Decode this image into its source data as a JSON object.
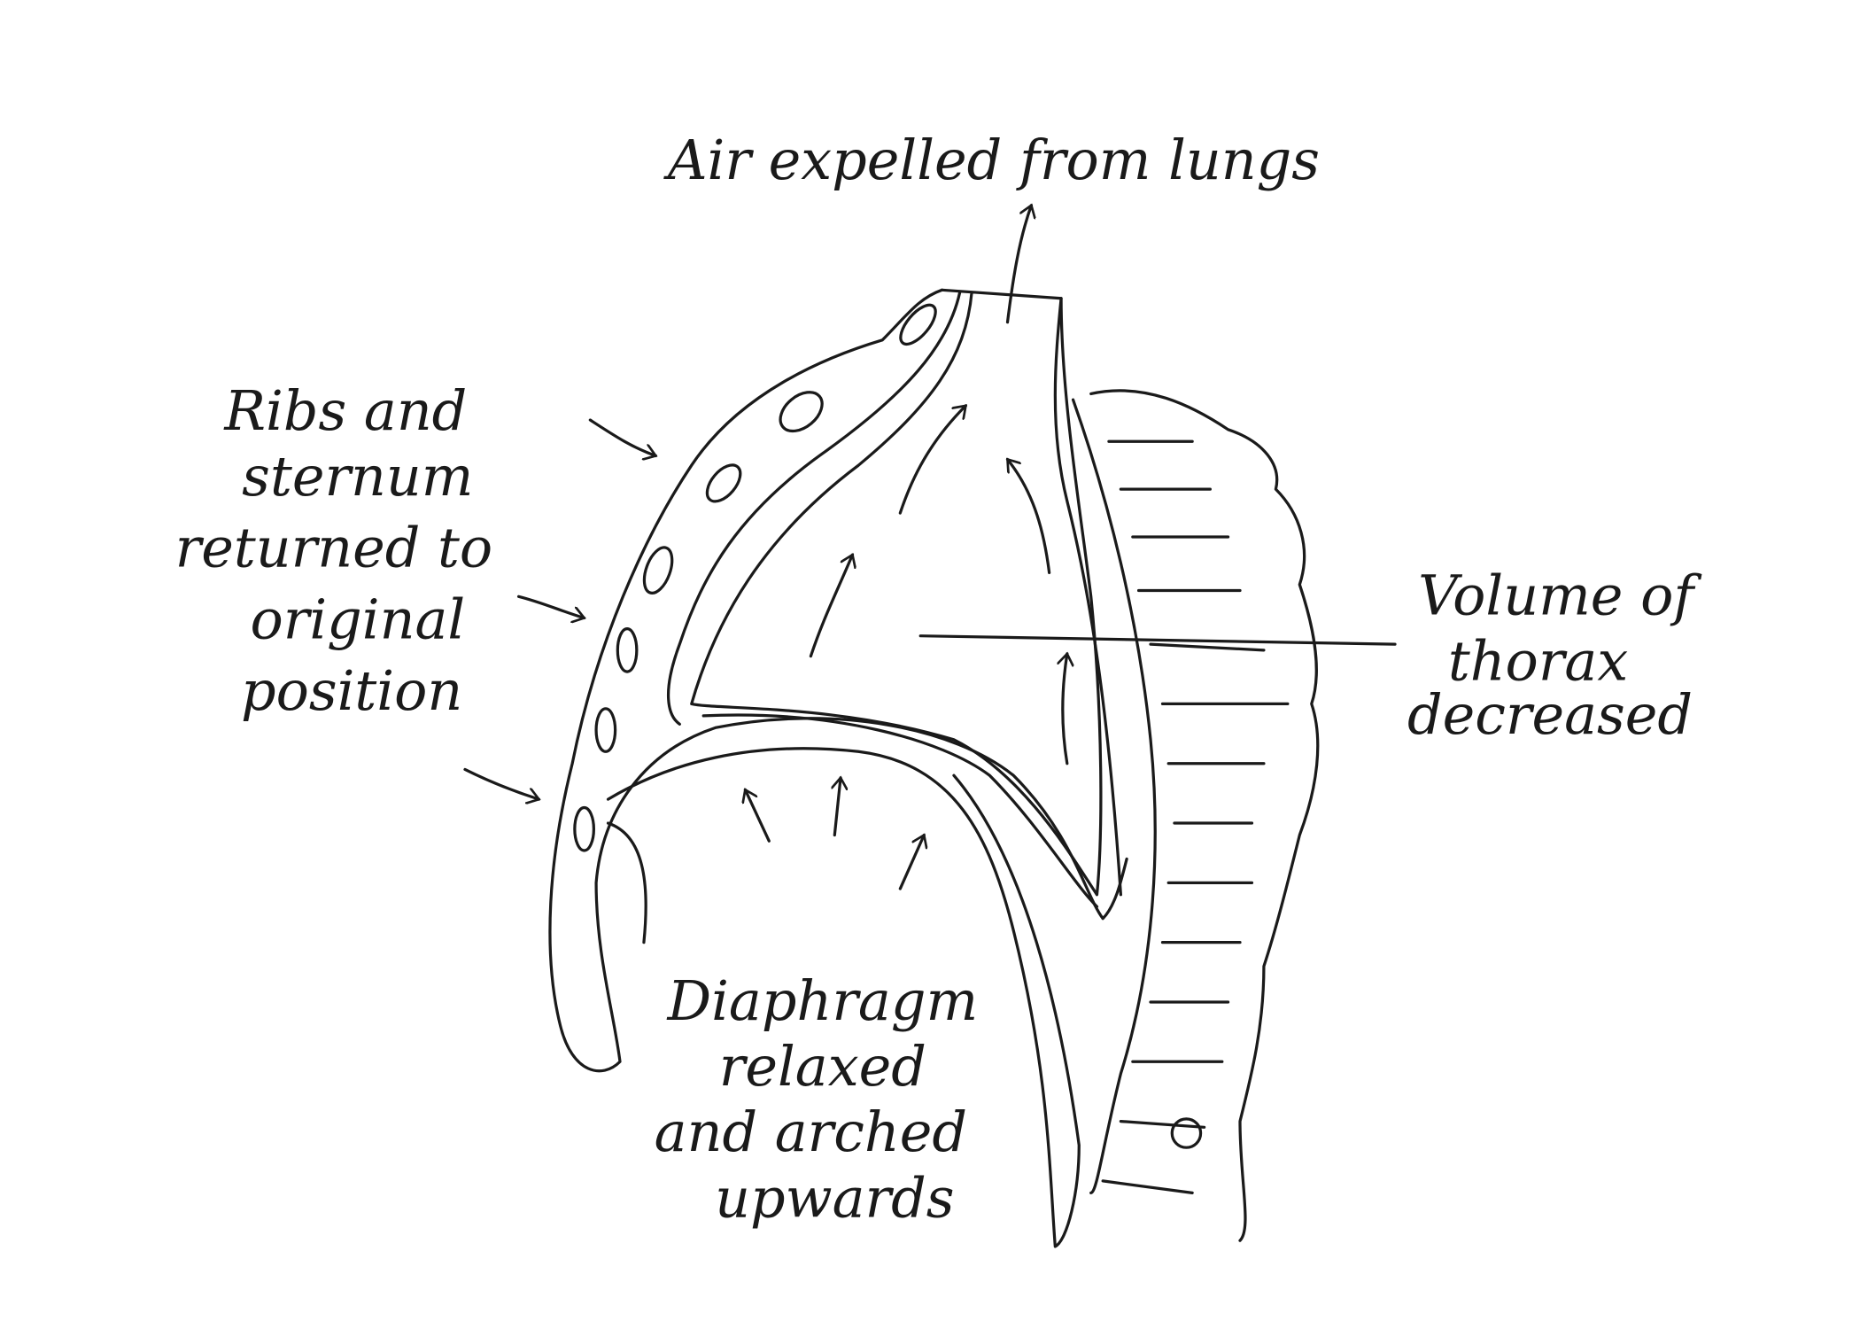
{
  "diagram": {
    "labels": {
      "air": "Air expelled from lungs",
      "ribs": [
        "Ribs and",
        "sternum",
        "returned to",
        "original",
        "position"
      ],
      "volume": [
        "Volume of",
        "thorax",
        "decreased"
      ],
      "diaphragm": [
        "Diaphragm",
        "relaxed",
        "and arched",
        "upwards"
      ]
    },
    "ink_color": "#1a1a1a"
  }
}
